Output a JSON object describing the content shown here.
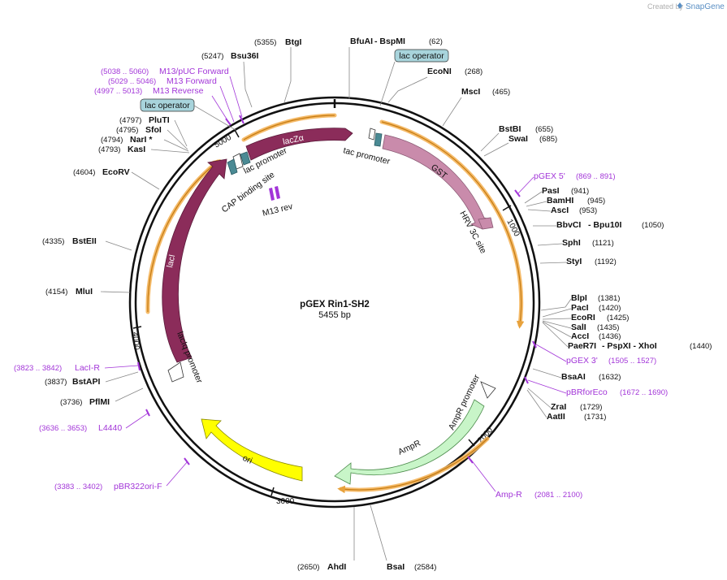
{
  "app": {
    "created_by": "Created by",
    "brand": "SnapGene"
  },
  "plasmid": {
    "name": "pGEX Rin1-SH2",
    "length": "5455 bp"
  },
  "ticks": [
    "1000",
    "2000",
    "3000",
    "4000",
    "5000"
  ],
  "sites": [
    {
      "name": "BtgI",
      "pos": "(5355)"
    },
    {
      "name": "BfuAI",
      "name2": " - BspMI",
      "pos": "(62)"
    },
    {
      "name": "Bsu36I",
      "pos": "(5247)"
    },
    {
      "name": "EcoNI",
      "pos": "(268)"
    },
    {
      "name": "MscI",
      "pos": "(465)"
    },
    {
      "name": "PluTI",
      "pos": "(4797)"
    },
    {
      "name": "SfoI",
      "pos": "(4795)"
    },
    {
      "name": "NarI *",
      "pos": "(4794)"
    },
    {
      "name": "KasI",
      "pos": "(4793)"
    },
    {
      "name": "BstBI",
      "pos": "(655)"
    },
    {
      "name": "SwaI",
      "pos": "(685)"
    },
    {
      "name": "EcoRV",
      "pos": "(4604)"
    },
    {
      "name": "PasI",
      "pos": "(941)"
    },
    {
      "name": "BamHI",
      "pos": "(945)"
    },
    {
      "name": "AscI",
      "pos": "(953)"
    },
    {
      "name": "BbvCI",
      "name2": " - Bpu10I",
      "pos": "(1050)"
    },
    {
      "name": "SphI",
      "pos": "(1121)"
    },
    {
      "name": "StyI",
      "pos": "(1192)"
    },
    {
      "name": "BstEII",
      "pos": "(4335)"
    },
    {
      "name": "MluI",
      "pos": "(4154)"
    },
    {
      "name": "BlpI",
      "pos": "(1381)"
    },
    {
      "name": "PacI",
      "pos": "(1420)"
    },
    {
      "name": "EcoRI",
      "pos": "(1425)"
    },
    {
      "name": "SalI",
      "pos": "(1435)"
    },
    {
      "name": "AccI",
      "pos": "(1436)"
    },
    {
      "name": "PaeR7I",
      "name2": " - PspXI  - XhoI",
      "pos": "(1440)"
    },
    {
      "name": "BsaAI",
      "pos": "(1632)"
    },
    {
      "name": "BstAPI",
      "pos": "(3837)"
    },
    {
      "name": "PflMI",
      "pos": "(3736)"
    },
    {
      "name": "ZraI",
      "pos": "(1729)"
    },
    {
      "name": "AatII",
      "pos": "(1731)"
    },
    {
      "name": "AhdI",
      "pos": "(2650)"
    },
    {
      "name": "BsaI",
      "pos": "(2584)"
    }
  ],
  "primers": [
    {
      "range": "(5038 .. 5060)",
      "name": "M13/pUC Forward"
    },
    {
      "range": "(5029 .. 5046)",
      "name": "M13 Forward"
    },
    {
      "range": "(4997 .. 5013)",
      "name": "M13 Reverse"
    },
    {
      "name": "pGEX 5'",
      "range": "(869 .. 891)"
    },
    {
      "name": "pGEX 3'",
      "range": "(1505 .. 1527)"
    },
    {
      "name": "pBRforEco",
      "range": "(1672 .. 1690)"
    },
    {
      "range": "(3823 .. 3842)",
      "name": "LacI-R"
    },
    {
      "range": "(3636 .. 3653)",
      "name": "L4440"
    },
    {
      "range": "(3383 .. 3402)",
      "name": "pBR322ori-F"
    },
    {
      "name": "Amp-R",
      "range": "(2081 .. 2100)"
    }
  ],
  "features": {
    "lac_operator_1": "lac operator",
    "lac_operator_2": "lac operator",
    "lacZa": "lacZα",
    "tac_promoter": "tac promoter",
    "lac_promoter": "lac promoter",
    "cap_site": "CAP binding site",
    "m13_rev": "M13 rev",
    "gst": "GST",
    "hrv": "HRV 3C site",
    "laci": "lacI",
    "laciq": "lacIq promoter",
    "ampr_promoter": "AmpR promoter",
    "ampr": "AmpR",
    "ori": "ori"
  },
  "colors": {
    "lacZa": "#8b2c5a",
    "gst": "#c98bab",
    "laci": "#8b2c5a",
    "ampr": "#c8f5c8",
    "ori": "#ffff00",
    "operator": "#4a8a94",
    "operator_tag": "#a8d4dc",
    "primer": "#a235d8",
    "orf": "#f4b45a"
  }
}
